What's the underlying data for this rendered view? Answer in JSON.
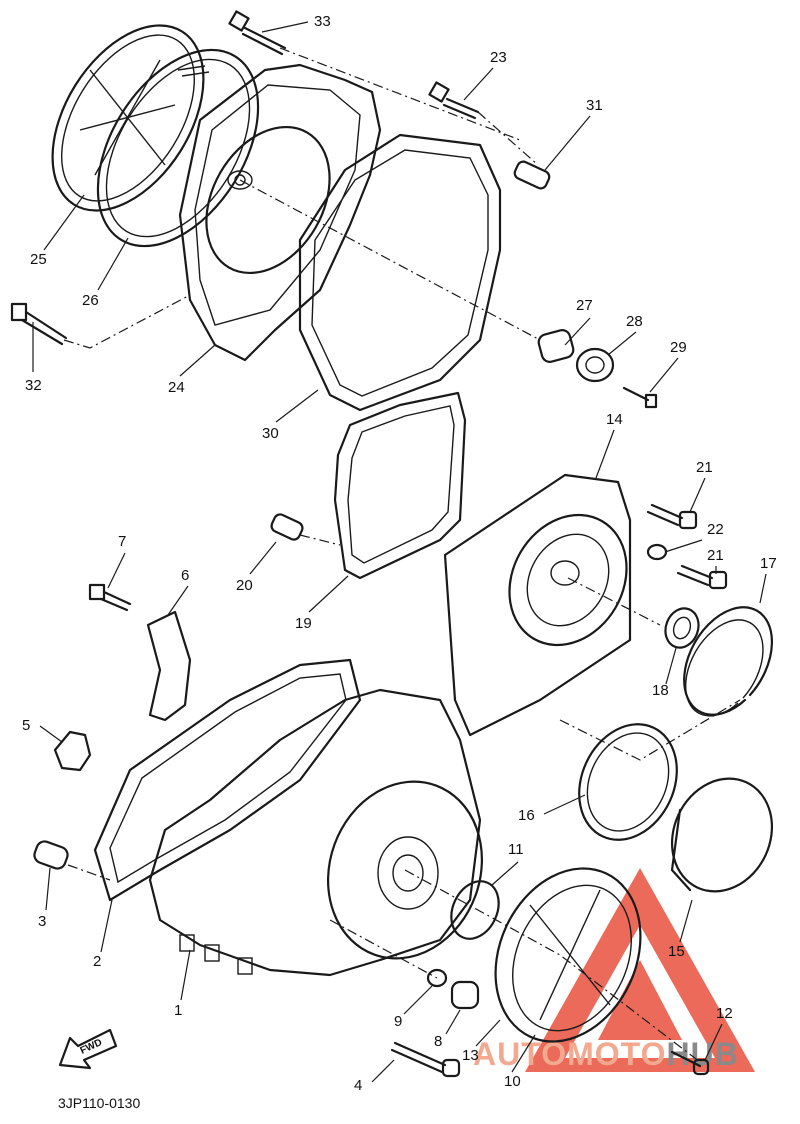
{
  "diagram_code": "3JP110-0130",
  "fwd_label": "FWD",
  "watermark": {
    "prefix": "AUTOMOTO",
    "suffix": "HUB",
    "prefix_color": "#f2a98f",
    "suffix_color": "#8a8a8a",
    "triangle_color": "#e8503c"
  },
  "line_color": "#1a1a1a",
  "parts": [
    {
      "id": "p1",
      "label": "1"
    },
    {
      "id": "p2",
      "label": "2"
    },
    {
      "id": "p3",
      "label": "3"
    },
    {
      "id": "p4",
      "label": "4"
    },
    {
      "id": "p5",
      "label": "5"
    },
    {
      "id": "p6",
      "label": "6"
    },
    {
      "id": "p7",
      "label": "7"
    },
    {
      "id": "p8",
      "label": "8"
    },
    {
      "id": "p9",
      "label": "9"
    },
    {
      "id": "p10",
      "label": "10"
    },
    {
      "id": "p11",
      "label": "11"
    },
    {
      "id": "p12",
      "label": "12"
    },
    {
      "id": "p13",
      "label": "13"
    },
    {
      "id": "p14",
      "label": "14"
    },
    {
      "id": "p15",
      "label": "15"
    },
    {
      "id": "p16",
      "label": "16"
    },
    {
      "id": "p17",
      "label": "17"
    },
    {
      "id": "p18",
      "label": "18"
    },
    {
      "id": "p19",
      "label": "19"
    },
    {
      "id": "p20",
      "label": "20"
    },
    {
      "id": "p21a",
      "label": "21"
    },
    {
      "id": "p21b",
      "label": "21"
    },
    {
      "id": "p22",
      "label": "22"
    },
    {
      "id": "p23",
      "label": "23"
    },
    {
      "id": "p24",
      "label": "24"
    },
    {
      "id": "p25",
      "label": "25"
    },
    {
      "id": "p26",
      "label": "26"
    },
    {
      "id": "p27",
      "label": "27"
    },
    {
      "id": "p28",
      "label": "28"
    },
    {
      "id": "p29",
      "label": "29"
    },
    {
      "id": "p30",
      "label": "30"
    },
    {
      "id": "p31",
      "label": "31"
    },
    {
      "id": "p32",
      "label": "32"
    },
    {
      "id": "p33",
      "label": "33"
    }
  ]
}
